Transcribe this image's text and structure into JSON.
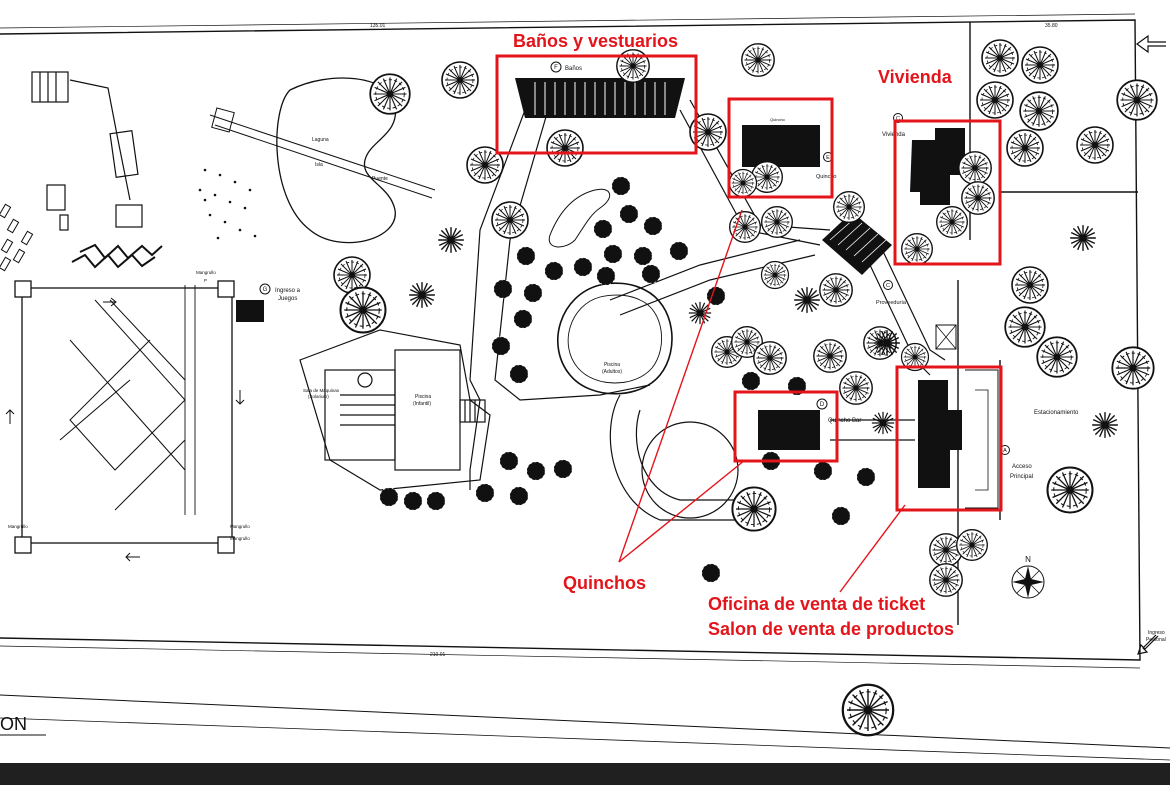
{
  "annotations": {
    "banos": "Baños y vestuarios",
    "vivienda": "Vivienda",
    "quinchos": "Quinchos",
    "oficina": "Oficina de venta de ticket",
    "salon": "Salon de venta de productos"
  },
  "plan_labels": {
    "dim_top_left": "135.01",
    "dim_top_right": "35.80",
    "dim_bottom": "210.01",
    "banos_label": "Baños",
    "banos_letter": "F",
    "quincho_top": "Quincho",
    "quincho_letter": "E",
    "vivienda_label": "Vivienda",
    "vivienda_letter": "C",
    "proveeduria": "Proveeduría",
    "proveeduria_letter": "C",
    "laguna": "Laguna",
    "isla": "Isla",
    "puente": "Puente",
    "ingreso_juegos_1": "Ingreso a",
    "ingreso_juegos_2": "Juegos",
    "ingreso_letter": "G",
    "piscina_center_1": "Piscina",
    "piscina_center_2": "(Adultos)",
    "piscina_left_1": "Piscina",
    "piscina_left_2": "(Infantil)",
    "sala_maquinas_1": "Sala de Máquinas",
    "sala_maquinas_2": "(Solarium)",
    "quincho_bar": "Quincho Bar",
    "quincho_bar_letter": "D",
    "estacionamiento": "Estacionamiento",
    "acceso_1": "Acceso",
    "acceso_2": "Principal",
    "acceso_letter": "A",
    "ingreso_peatonal_1": "Ingreso",
    "ingreso_peatonal_2": "Peatonal",
    "north": "N",
    "title_fragment": "ON",
    "mangrullo_1": "Mangrullo",
    "mangrullo_2": "Mangrullo",
    "mangrullo_3": "Mangrullo",
    "mangrullo_4": "Mangrullo",
    "mangrullo_p": "P"
  },
  "colors": {
    "annotation_red": "#e4141b",
    "line_dark": "#111111",
    "bottom_bar": "#202020"
  }
}
